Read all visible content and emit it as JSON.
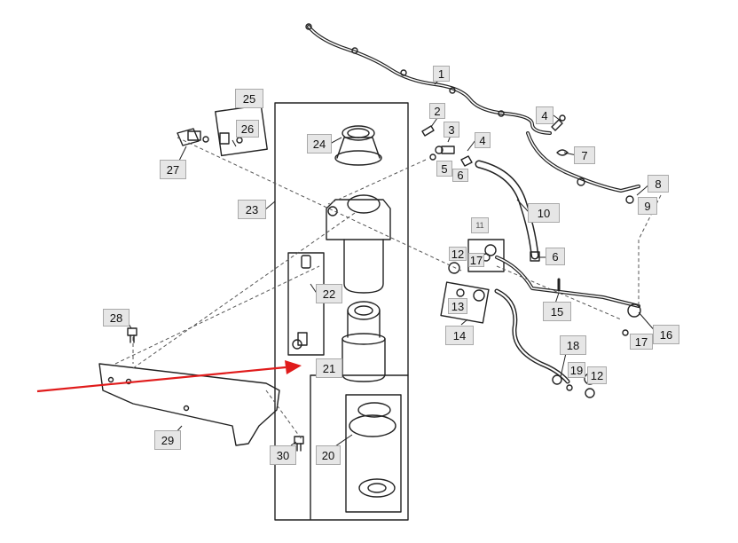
{
  "diagram": {
    "callouts": [
      {
        "id": "c1",
        "label": "1"
      },
      {
        "id": "c2",
        "label": "2"
      },
      {
        "id": "c3",
        "label": "3"
      },
      {
        "id": "c4a",
        "label": "4"
      },
      {
        "id": "c4b",
        "label": "4"
      },
      {
        "id": "c5",
        "label": "5"
      },
      {
        "id": "c6a",
        "label": "6"
      },
      {
        "id": "c6b",
        "label": "6"
      },
      {
        "id": "c7",
        "label": "7"
      },
      {
        "id": "c8",
        "label": "8"
      },
      {
        "id": "c9",
        "label": "9"
      },
      {
        "id": "c10",
        "label": "10"
      },
      {
        "id": "c11",
        "label": "11"
      },
      {
        "id": "c12a",
        "label": "12"
      },
      {
        "id": "c12b",
        "label": "12"
      },
      {
        "id": "c13",
        "label": "13"
      },
      {
        "id": "c14",
        "label": "14"
      },
      {
        "id": "c15",
        "label": "15"
      },
      {
        "id": "c16",
        "label": "16"
      },
      {
        "id": "c17a",
        "label": "17"
      },
      {
        "id": "c17b",
        "label": "17"
      },
      {
        "id": "c18",
        "label": "18"
      },
      {
        "id": "c19",
        "label": "19"
      },
      {
        "id": "c20",
        "label": "20"
      },
      {
        "id": "c21",
        "label": "21"
      },
      {
        "id": "c22",
        "label": "22"
      },
      {
        "id": "c23",
        "label": "23"
      },
      {
        "id": "c24",
        "label": "24"
      },
      {
        "id": "c25",
        "label": "25"
      },
      {
        "id": "c26",
        "label": "26"
      },
      {
        "id": "c27",
        "label": "27"
      },
      {
        "id": "c28",
        "label": "28"
      },
      {
        "id": "c29",
        "label": "29"
      },
      {
        "id": "c30",
        "label": "30"
      }
    ],
    "colors": {
      "line": "#222222",
      "dashed": "#555555",
      "callout_fill": "#e6e6e6",
      "callout_border": "#a9a9a9",
      "arrow": "#e01b1b"
    }
  }
}
